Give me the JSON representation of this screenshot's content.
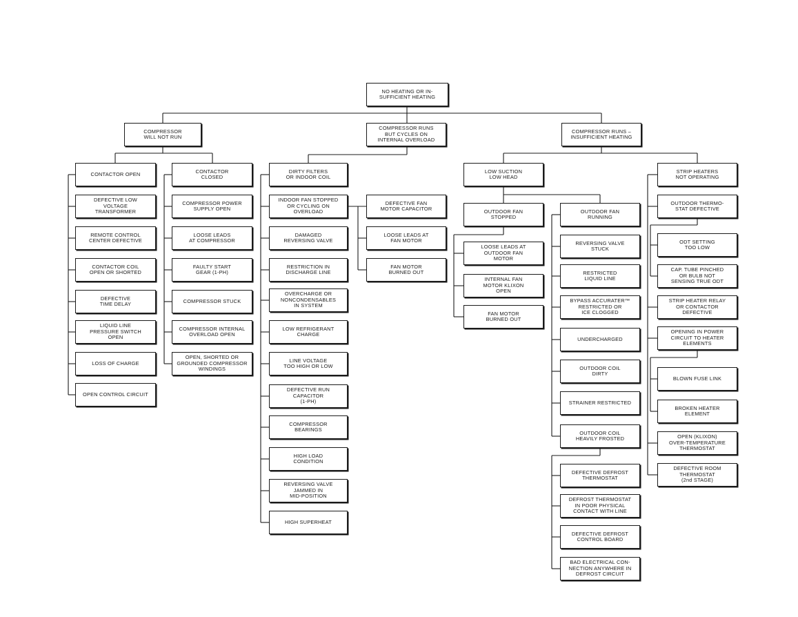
{
  "colors": {
    "ink": "#1a1a1a",
    "background": "#ffffff"
  },
  "root": "NO HEATING OR IN-\nSUFFICIENT HEATING",
  "branches": {
    "will_not_run": {
      "label": "COMPRESSOR\nWILL NOT RUN",
      "contactor_open": {
        "label": "CONTACTOR OPEN",
        "causes": [
          "DEFECTIVE LOW\nVOLTAGE\nTRANSFORMER",
          "REMOTE CONTROL\nCENTER DEFECTIVE",
          "CONTACTOR COIL\nOPEN OR SHORTED",
          "DEFECTIVE\nTIME DELAY",
          "LIQUID LINE\nPRESSURE SWITCH\nOPEN",
          "LOSS OF CHARGE",
          "OPEN CONTROL CIRCUIT"
        ]
      },
      "contactor_closed": {
        "label": "CONTACTOR\nCLOSED",
        "causes": [
          "COMPRESSOR POWER\nSUPPLY OPEN",
          "LOOSE LEADS\nAT COMPRESSOR",
          "FAULTY START\nGEAR (1-PH)",
          "COMPRESSOR STUCK",
          "COMPRESSOR INTERNAL\nOVERLOAD OPEN",
          "OPEN, SHORTED OR\nGROUNDED COMPRESSOR\nWINDINGS"
        ]
      }
    },
    "cycles_on_overload": {
      "label": "COMPRESSOR RUNS\nBUT CYCLES ON\nINTERNAL OVERLOAD",
      "dirty_filters": "DIRTY FILTERS\nOR INDOOR COIL",
      "causes": [
        "INDOOR FAN STOPPED\nOR CYCLING ON\nOVERLOAD",
        "DAMAGED\nREVERSING VALVE",
        "RESTRICTION IN\nDISCHARGE LINE",
        "OVERCHARGE OR\nNONCONDENSABLES\nIN SYSTEM",
        "LOW REFRIGERANT\nCHARGE",
        "LINE VOLTAGE\nTOO HIGH OR LOW",
        "DEFECTIVE RUN\nCAPACITOR\n(1-PH)",
        "COMPRESSOR\nBEARINGS",
        "HIGH LOAD\nCONDITION",
        "REVERSING VALVE\nJAMMED IN\nMID-POSITION",
        "HIGH SUPERHEAT"
      ],
      "indoor_fan_causes": [
        "DEFECTIVE FAN\nMOTOR CAPACITOR",
        "LOOSE LEADS AT\nFAN MOTOR",
        "FAN MOTOR\nBURNED OUT"
      ]
    },
    "insufficient_heating": {
      "label": "COMPRESSOR RUNS –\nINSUFFICIENT HEATING",
      "low_suction": "LOW SUCTION\nLOW HEAD",
      "outdoor_fan_stopped": {
        "label": "OUTDOOR FAN\nSTOPPED",
        "causes": [
          "LOOSE LEADS AT\nOUTDOOR FAN\nMOTOR",
          "INTERNAL FAN\nMOTOR KLIXON\nOPEN",
          "FAN MOTOR\nBURNED OUT"
        ]
      },
      "outdoor_fan_running": {
        "label": "OUTDOOR FAN\nRUNNING",
        "causes": [
          "REVERSING VALVE\nSTUCK",
          "RESTRICTED\nLIQUID LINE",
          "BYPASS ACCURATER™\nRESTRICTED OR\nICE CLOGGED",
          "UNDERCHARGED",
          "OUTDOOR COIL\nDIRTY",
          "STRAINER RESTRICTED",
          "OUTDOOR COIL\nHEAVILY FROSTED"
        ]
      },
      "frosted_causes": [
        "DEFECTIVE DEFROST\nTHERMOSTAT",
        "DEFROST THERMOSTAT\nIN POOR PHYSICAL\nCONTACT WITH LINE",
        "DEFECTIVE DEFROST\nCONTROL BOARD",
        "BAD ELECTRICAL CON-\nNECTION ANYWHERE IN\nDEFROST CIRCUIT"
      ],
      "strip_heaters": {
        "label": "STRIP HEATERS\nNOT OPERATING",
        "thermostat": "OUTDOOR THERMO-\nSTAT DEFECTIVE",
        "thermostat_causes": [
          "ODT SETTING\nTOO LOW",
          "CAP. TUBE PINCHED\nOR BULB NOT\nSENSING TRUE ODT"
        ],
        "relay": "STRIP HEATER RELAY\nOR CONTACTOR\nDEFECTIVE",
        "power_circuit": "OPENING IN POWER\nCIRCUIT TO HEATER\nELEMENTS",
        "power_causes": [
          "BLOWN FUSE LINK",
          "BROKEN HEATER\nELEMENT"
        ],
        "klixon": "OPEN (KLIXON)\nOVER-TEMPERATURE\nTHERMOSTAT",
        "room_thermostat": "DEFECTIVE ROOM\nTHERMOSTAT\n(2nd STAGE)"
      }
    }
  }
}
